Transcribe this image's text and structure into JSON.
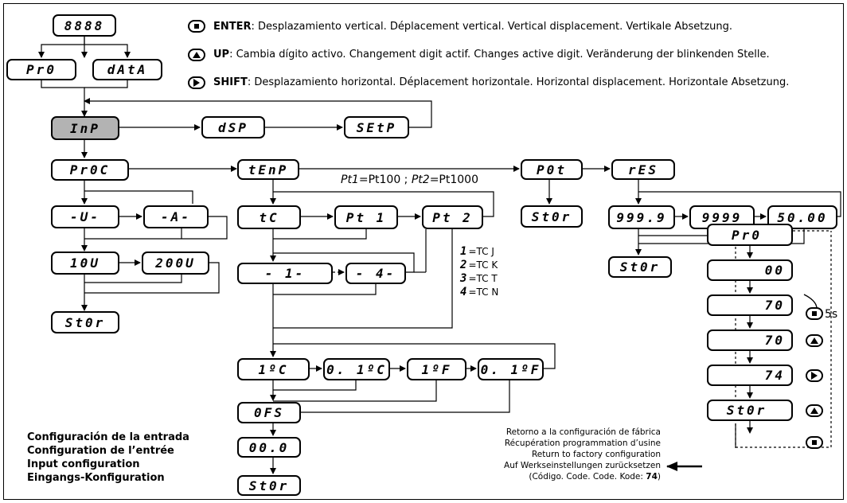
{
  "displays": {
    "top": "8888",
    "pro": "Pr0",
    "data": "dAtA",
    "inp": "InP",
    "dsp": "dSP",
    "setp": "SEtP",
    "proc": "Pr0C",
    "temp": "tEnP",
    "pot": "P0t",
    "res": "rES",
    "u": "-U-",
    "a": "-A-",
    "u10": "10U",
    "u200": "200U",
    "stor_proc": "St0r",
    "tc": "tC",
    "pt1": "Pt 1",
    "pt2": "Pt 2",
    "tc1": "- 1-",
    "tc4": "- 4-",
    "stor_pot": "St0r",
    "r9999dot": "999.9",
    "r9999": "9999",
    "r5000": "50.00",
    "stor_res": "St0r",
    "c1": "1ºC",
    "c01": "0. 1ºC",
    "f1": "1ºF",
    "f01": "0. 1ºF",
    "ofs": "0FS",
    "ofs_val": "00.0",
    "stor_ofs": "St0r",
    "fr_pro": "Pr0",
    "fr_00": "00",
    "fr_70a": "70",
    "fr_70b": "70",
    "fr_74": "74",
    "fr_stor": "St0r"
  },
  "legend": {
    "enter_key": "ENTER",
    "enter_text": ": Desplazamiento vertical. Déplacement vertical. Vertical displacement. Vertikale Absetzung.",
    "up_key": "UP",
    "up_text": ": Cambia dígito activo. Changement digit actif. Changes active digit. Veränderung der blinkenden Stelle.",
    "shift_key": "SHIFT",
    "shift_text": ": Desplazamiento horizontal. Déplacement horizontale. Horizontal displacement. Horizontale Absetzung."
  },
  "pt_note": {
    "pt1_label": "Pt1",
    "pt1_value": "=Pt100  ;  ",
    "pt2_label": "Pt2",
    "pt2_value": "=Pt1000"
  },
  "tc_list": [
    {
      "code": "1",
      "label": "=TC J"
    },
    {
      "code": "2",
      "label": "=TC K"
    },
    {
      "code": "3",
      "label": "=TC T"
    },
    {
      "code": "4",
      "label": "=TC N"
    }
  ],
  "hold_time": "5s",
  "caption": [
    "Configuración de la entrada",
    "Configuration de l’entrée",
    "Input configuration",
    "Eingangs-Konfiguration"
  ],
  "factory_reset": {
    "lines": [
      "Retorno a la configuración de fábrica",
      "Récupération programmation d’usine",
      "Return to factory configuration",
      "Auf Werkseinstellungen zurücksetzen"
    ],
    "code_prefix": "(Código. Code. Code. Kode: ",
    "code_value": "74",
    "code_suffix": ")"
  }
}
